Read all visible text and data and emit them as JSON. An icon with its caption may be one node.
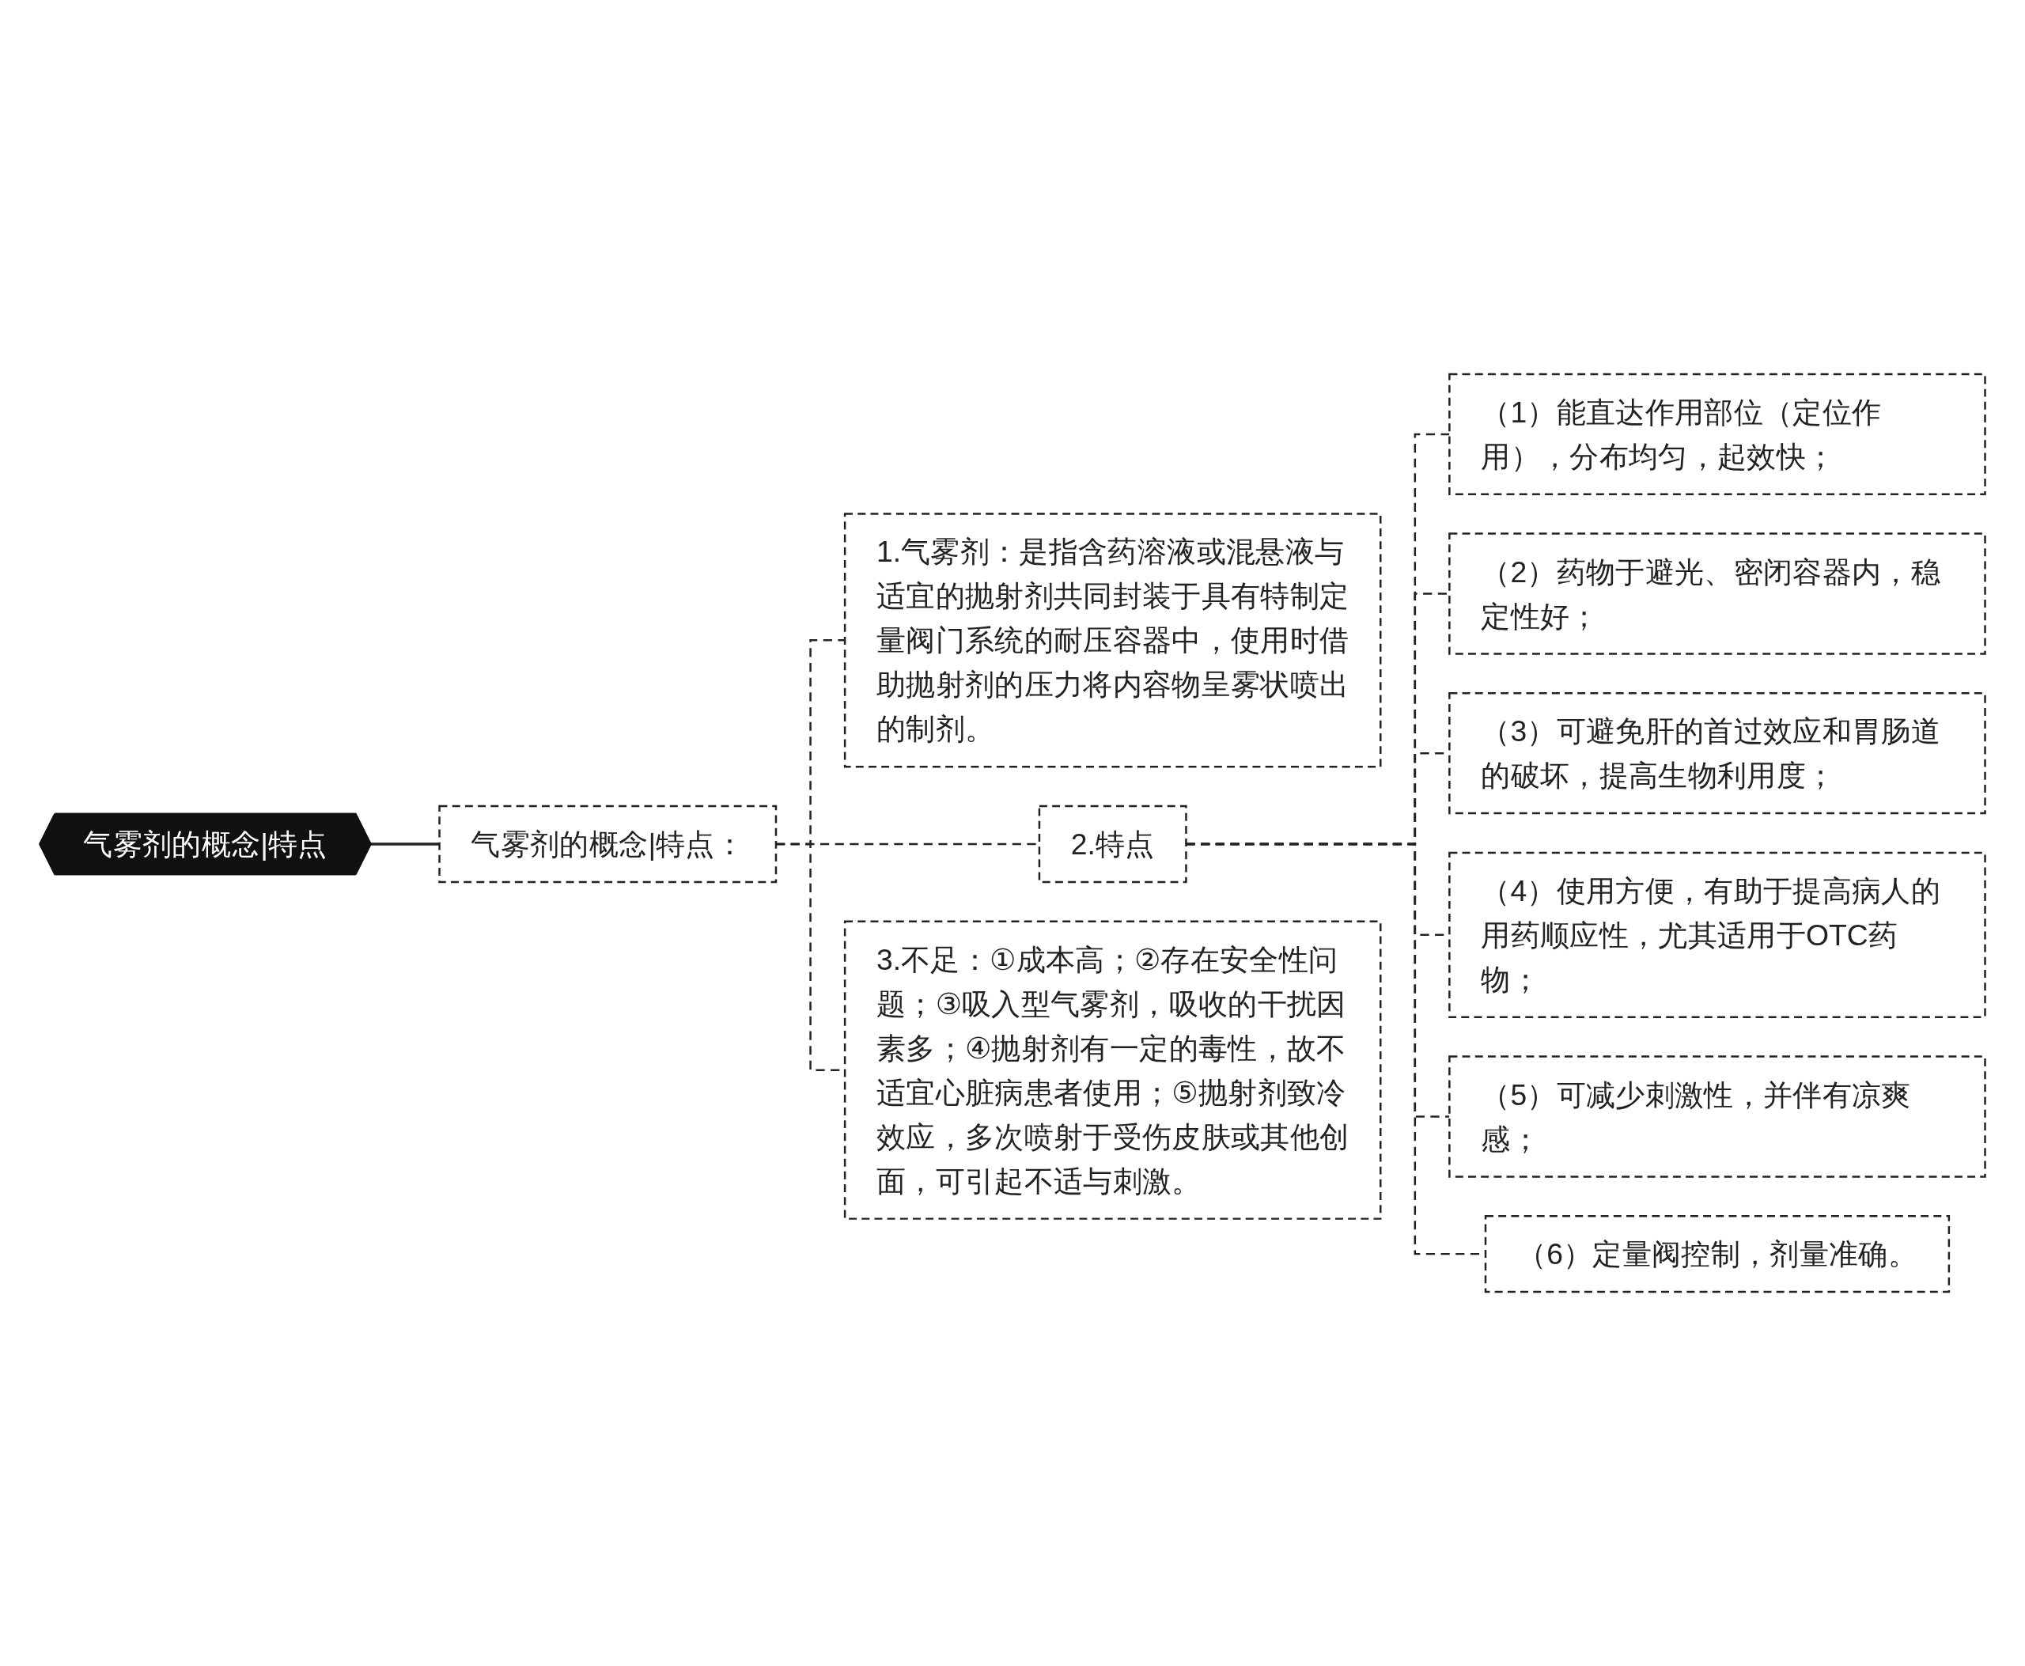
{
  "diagram": {
    "nodes": [
      {
        "text": [
          "气雾剂的概念|特点"
        ]
      },
      {
        "text": [
          "气雾剂的概念|特点："
        ]
      },
      {
        "text": [
          "1.气雾剂：是指含药溶液或混悬液与适宜的抛射剂共同封装于具有特制定量阀门系统的耐压容器中，使用时借助抛射剂的压力将内容物呈雾状喷出的制剂。"
        ]
      },
      {
        "text": [
          "2.特点"
        ]
      },
      {
        "text": [
          "（1）能直达作用部位（定位作用），分布均匀，起效快；"
        ]
      },
      {
        "text": [
          "（2）药物于避光、密闭容器内，稳定性好；"
        ]
      },
      {
        "text": [
          "（3）可避免肝的首过效应和胃肠道的破坏，提高生物利用度；"
        ]
      },
      {
        "text": [
          "（4）使用方便，有助于提高病人的用药顺应性，尤其适用于OTC药物；"
        ]
      },
      {
        "text": [
          "（5）可减少刺激性，并伴有凉爽感；"
        ]
      },
      {
        "text": [
          "（6）定量阀控制，剂量准确。"
        ]
      },
      {
        "text": [
          "3.不足：①成本高；②存在安全性问题；③吸入型气雾剂，吸收的干扰因素多；④抛射剂有一定的毒性，故不适宜心脏病患者使用；⑤抛射剂致冷效应，多次喷射于受伤皮肤或其他创面，可引起不适与刺激。"
        ]
      }
    ],
    "edges": [
      {
        "from": 0,
        "to": 1,
        "arrow": "none"
      },
      {
        "from": 1,
        "to": 2,
        "arrow": "none",
        "style": "dashed"
      },
      {
        "from": 1,
        "to": 3,
        "arrow": "none",
        "style": "dashed"
      },
      {
        "from": 3,
        "to": 4,
        "arrow": "none",
        "style": "dashed"
      },
      {
        "from": 3,
        "to": 5,
        "arrow": "none",
        "style": "dashed"
      },
      {
        "from": 3,
        "to": 6,
        "arrow": "none",
        "style": "dashed"
      },
      {
        "from": 3,
        "to": 7,
        "arrow": "none",
        "style": "dashed"
      },
      {
        "from": 3,
        "to": 8,
        "arrow": "none",
        "style": "dashed"
      },
      {
        "from": 3,
        "to": 9,
        "arrow": "none",
        "style": "dashed"
      },
      {
        "from": 1,
        "to": 10,
        "arrow": "none",
        "style": "dashed"
      }
    ]
  }
}
